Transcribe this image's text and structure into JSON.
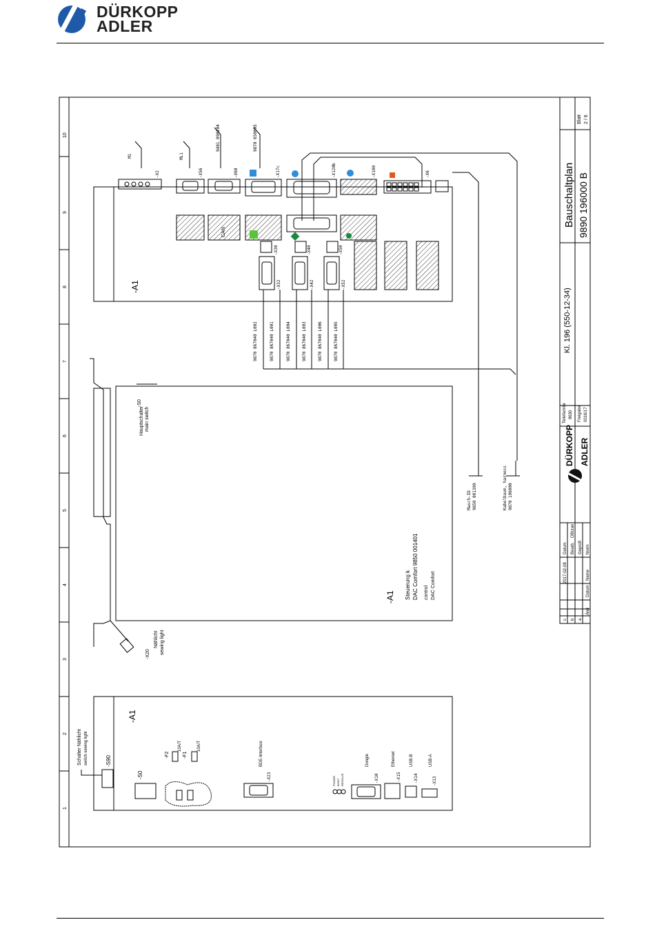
{
  "brand": {
    "line1": "DÜRKOPP",
    "line2": "ADLER"
  },
  "ruler": [
    "10",
    "9",
    "8",
    "7",
    "6",
    "5",
    "4",
    "3",
    "2",
    "1"
  ],
  "title_block": {
    "doc_title": "Bauschaltplan",
    "doc_number": "9890  196000  B",
    "class": "Kl. 196 (550-12-34)",
    "sheet_label": "Blatt",
    "sheet_value": "2 / 6",
    "family_label": "Teilefamilie",
    "family_value": "8630",
    "release_label": "Freigabe",
    "release_value": "0016/17",
    "brand1": "DÜRKOPP",
    "brand2": "ADLER",
    "datum_label": "Datum",
    "datum_value": "2017-02-08",
    "bearb_label": "Bearb.",
    "bearb_value": "OBrzan",
    "gepr_label": "Geprüft",
    "norm_label": "Norm",
    "name_label": "Name",
    "aend_label": "Änd",
    "rev": [
      "c",
      "b",
      "a"
    ]
  },
  "controller_top": {
    "label": "-A1",
    "connectors": [
      "-X2",
      "-X56",
      "-X60",
      "-X17c",
      "-X120b",
      "-X100",
      "-X6"
    ],
    "lower_connectors": [
      "-X30",
      "-X40",
      "-X50",
      "-X32",
      "-X42",
      "-X52"
    ],
    "can_label": "CAN"
  },
  "cables_top": [
    "M1",
    "ML1",
    "9401 090204",
    "9870 650095"
  ],
  "cables_mid": [
    "9870 867040 L002",
    "9870 867040 L001",
    "9870 867040 L004",
    "9870 867040 L003",
    "9870 867040 L006",
    "9870 867040 L005"
  ],
  "main_switch": {
    "id": "-S0",
    "de": "Hauptschalter",
    "en": "main switch"
  },
  "controller_mid": {
    "label": "-A1",
    "desc1": "Steuerung k",
    "desc2": "DAC Comfort 9850 001401",
    "desc3": "control",
    "desc4": "DAC Comfort"
  },
  "sewing_light": {
    "id": "-X20",
    "de": "Nählicht",
    "en": "sewing light"
  },
  "masch_id": {
    "label": "Masch-ID",
    "number": "9850 001309"
  },
  "harness": {
    "label": "Kabelbaum, harness",
    "number": "9870 196000"
  },
  "controller_bottom": {
    "label": "-A1",
    "fuse1": "-F2",
    "fuse1_val": "10A/T",
    "fuse2": "-F1",
    "fuse2_val": "10A/T",
    "switch": "-S0",
    "s90": "-S90",
    "bde": "BDE-Interface",
    "x23": "-X23",
    "leds": [
      "POWER",
      "BOOT",
      "RESOLVE"
    ],
    "x10": "-X10",
    "dongle": "Dongle",
    "x15": "-X15",
    "ethernet": "Ethernet",
    "x14": "-X14",
    "usbb": "USB-B",
    "x13": "-X13",
    "usba": "USB-A"
  },
  "switch_light": {
    "de": "Schalter Nählicht",
    "en": "switch sewing light"
  }
}
